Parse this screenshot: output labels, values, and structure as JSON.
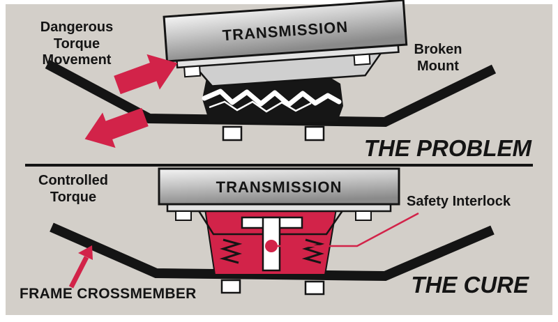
{
  "diagram": {
    "problem": {
      "title": "THE PROBLEM",
      "transmission_label": "TRANSMISSION",
      "dangerous_torque": "Dangerous\nTorque\nMovement",
      "broken_mount": "Broken\nMount"
    },
    "cure": {
      "title": "THE CURE",
      "transmission_label": "TRANSMISSION",
      "controlled_torque": "Controlled\nTorque",
      "safety_interlock": "Safety Interlock",
      "frame_crossmember": "FRAME CROSSMEMBER"
    },
    "colors": {
      "background": "#d3cfc9",
      "accent_red": "#d22349",
      "ink_black": "#141414",
      "metal_gray": "#c6c6c6"
    }
  }
}
